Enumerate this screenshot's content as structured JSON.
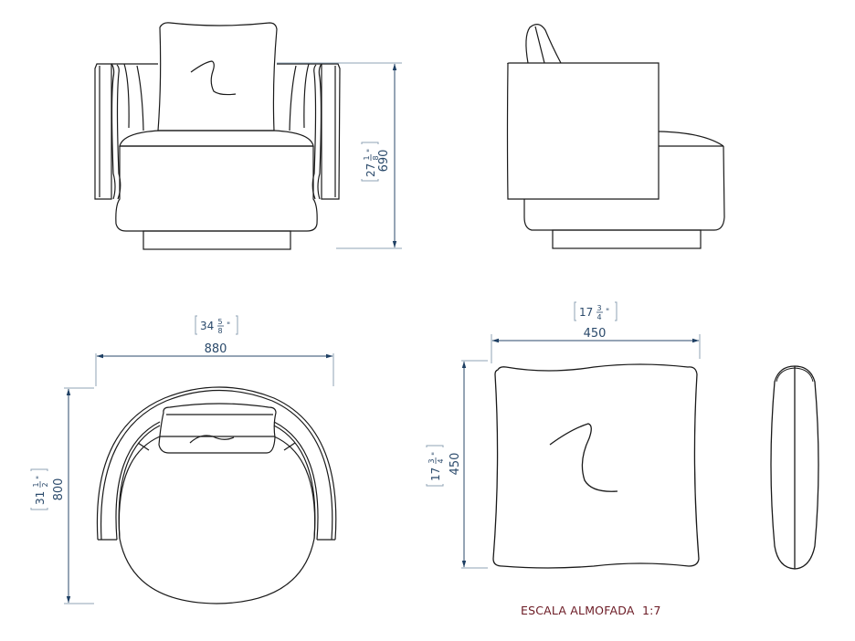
{
  "drawing": {
    "type": "technical furniture drawing",
    "subject": "swivel armchair with back cushion",
    "colors": {
      "line": "#1a1a1a",
      "dimension": "#2b4a6b",
      "dimension_line": "#8fa3b5",
      "caption": "#6b1a24"
    }
  },
  "views": {
    "front": {
      "height_dim": {
        "mm": "690",
        "inch_whole": "27",
        "inch_num": "1",
        "inch_den": "8",
        "inch_mark": "\""
      }
    },
    "side": {},
    "top": {
      "width_dim": {
        "mm": "880",
        "inch_whole": "34",
        "inch_num": "5",
        "inch_den": "8",
        "inch_mark": "\""
      },
      "depth_dim": {
        "mm": "800",
        "inch_whole": "31",
        "inch_num": "1",
        "inch_den": "2",
        "inch_mark": "\""
      }
    },
    "cushion_front": {
      "width_dim": {
        "mm": "450",
        "inch_whole": "17",
        "inch_num": "3",
        "inch_den": "4",
        "inch_mark": "\""
      },
      "height_dim": {
        "mm": "450",
        "inch_whole": "17",
        "inch_num": "3",
        "inch_den": "4",
        "inch_mark": "\""
      }
    },
    "cushion_side": {}
  },
  "caption": {
    "label": "ESCALA ALMOFADA",
    "scale": "1:7"
  }
}
